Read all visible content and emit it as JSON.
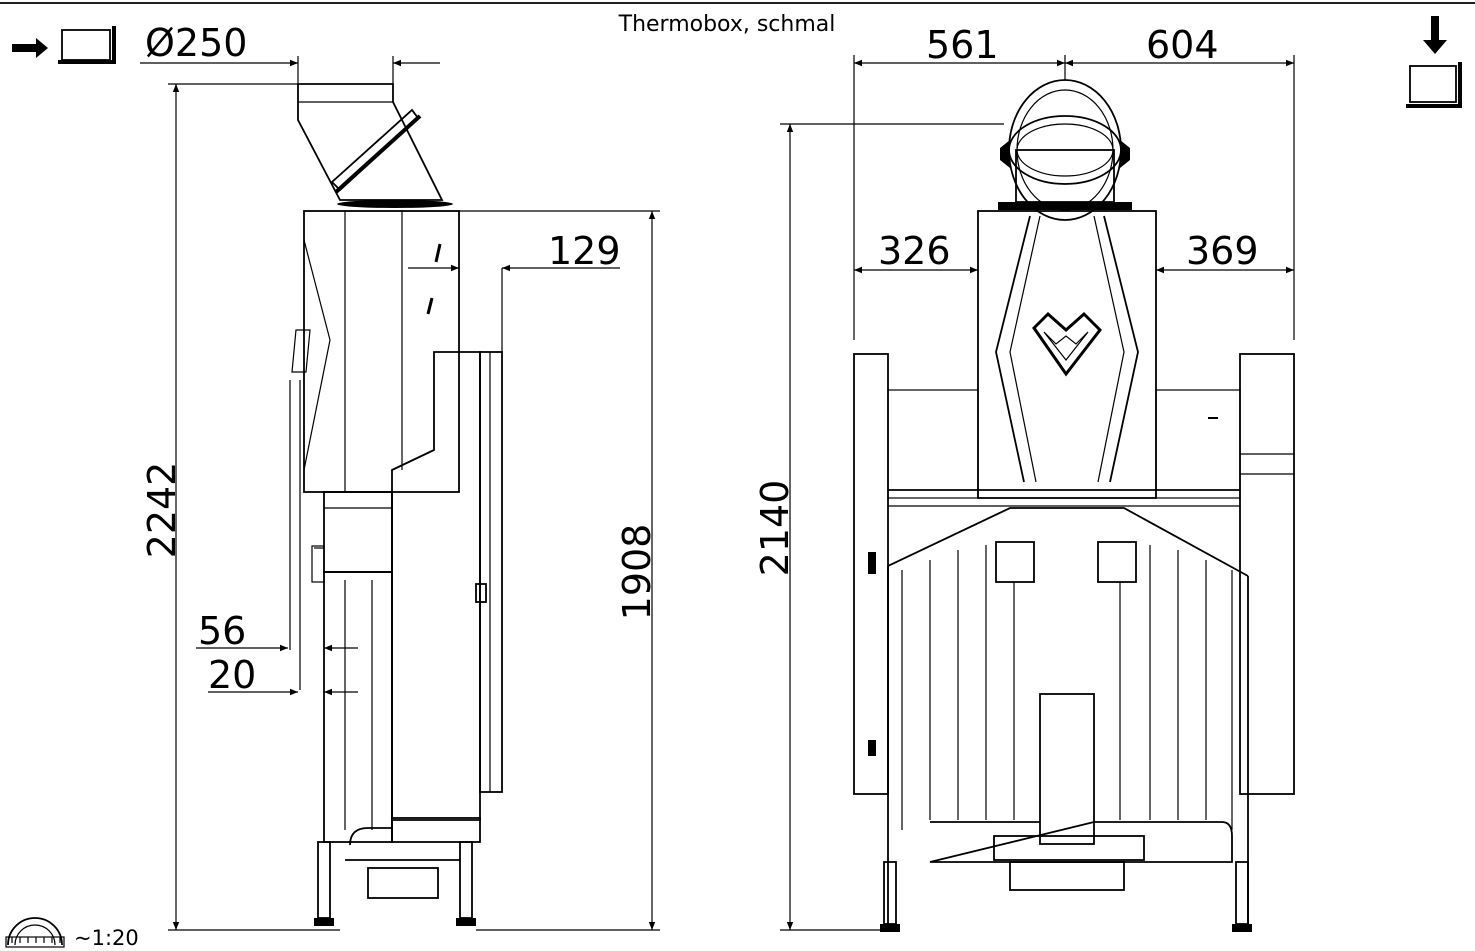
{
  "title": "Thermobox, schmal",
  "scale": "~1:20",
  "icons": {
    "view_left": "arrow-right-box-icon",
    "view_top": "arrow-down-box-icon",
    "scale": "ruler-dome-icon"
  },
  "side_view": {
    "flue_diameter": "Ø250",
    "total_height": "2242",
    "body_height": "1908",
    "top_offset": "129",
    "dim_56": "56",
    "dim_20": "20"
  },
  "front_view": {
    "width_left": "561",
    "width_right": "604",
    "offset_left": "326",
    "offset_right": "369",
    "total_height": "2140"
  }
}
